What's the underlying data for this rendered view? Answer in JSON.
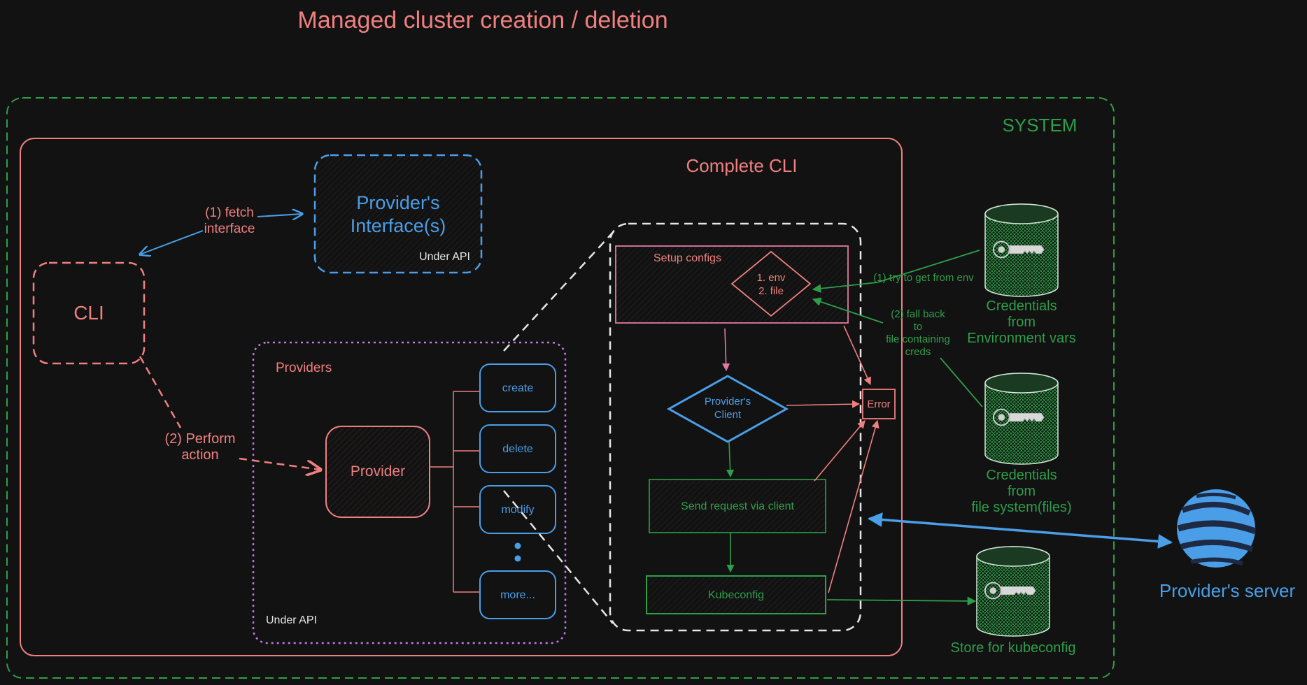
{
  "title": "Managed cluster creation / deletion",
  "system_label": "SYSTEM",
  "complete_cli_label": "Complete CLI",
  "cli_label": "CLI",
  "provider_interface": {
    "line1": "Provider's",
    "line2": "Interface(s)",
    "tag": "Under API"
  },
  "fetch_label": {
    "line1": "(1) fetch",
    "line2": "interface"
  },
  "perform_label": {
    "line1": "(2) Perform",
    "line2": "action"
  },
  "providers": {
    "label": "Providers",
    "tag": "Under API",
    "provider_label": "Provider",
    "actions": [
      "create",
      "delete",
      "modify",
      "more..."
    ]
  },
  "setup_configs": {
    "label": "Setup configs",
    "item1": "1. env",
    "item2": "2. file"
  },
  "provider_client": {
    "line1": "Provider's",
    "line2": "Client"
  },
  "send_request_label": "Send request via client",
  "kubeconfig_label": "Kubeconfig",
  "error_label": "Error",
  "env_try_label": "(1) try to get from env",
  "fallback_label": {
    "line1": "(2) fall back",
    "line2": "to",
    "line3": "file containing",
    "line4": "creds"
  },
  "cred_env": {
    "line1": "Credentials",
    "line2": "from",
    "line3": "Environment vars"
  },
  "cred_file": {
    "line1": "Credentials",
    "line2": "from",
    "line3": "file system(files)"
  },
  "kube_store_label": "Store for kubeconfig",
  "provider_server_label": "Provider's server",
  "colors": {
    "background": "#121212",
    "red": "#f08080",
    "blue": "#4a9ee8",
    "green": "#2e9e4a",
    "purple": "#c27be0",
    "white": "#e6e6e6",
    "pink": "#e07aa0"
  },
  "icons": [
    "key-icon",
    "database-icon",
    "globe-icon"
  ]
}
